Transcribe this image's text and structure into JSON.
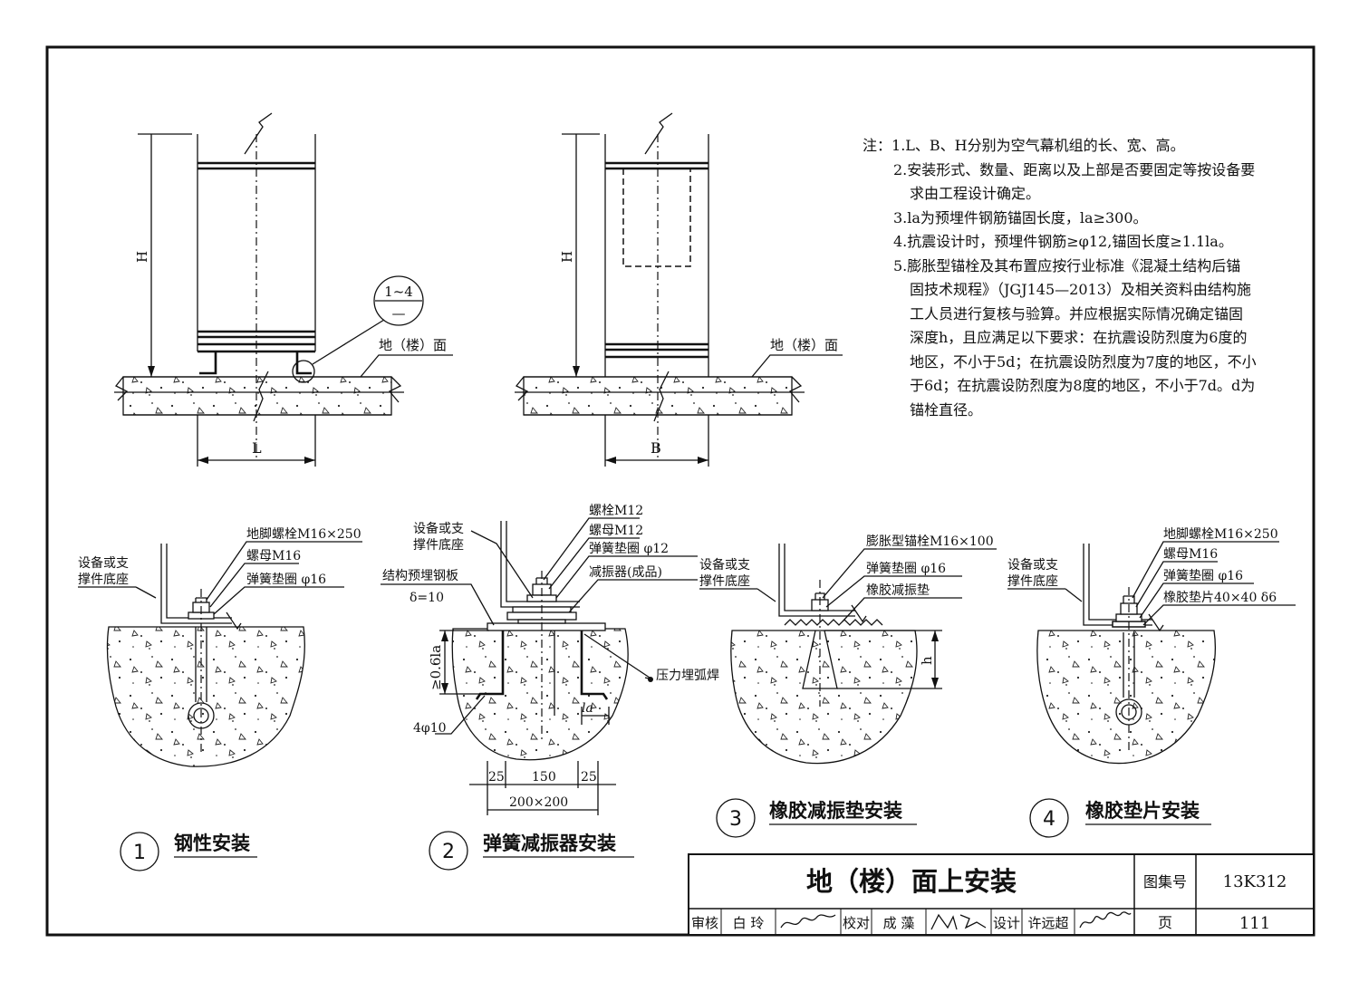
{
  "notes": {
    "prefix": "注：",
    "lines": [
      "1.L、B、H分别为空气幕机组的长、宽、高。",
      "2.安装形式、数量、距离以及上部是否要固定等按设备要",
      "求由工程设计确定。",
      "3.la为预埋件钢筋锚固长度，la≥300。",
      "4.抗震设计时，预埋件钢筋≥φ12,锚固长度≥1.1la。",
      "5.膨胀型锚栓及其布置应按行业标准《混凝土结构后锚",
      "固技术规程》（JGJ145—2013）及相关资料由结构施",
      "工人员进行复核与验算。并应根据实际情况确定锚固",
      "深度h，且应满足以下要求：在抗震设防烈度为6度的",
      "地区，不小于5d；在抗震设防烈度为7度的地区，不小",
      "于6d；在抗震设防烈度为8度的地区，不小于7d。d为",
      "锚栓直径。"
    ]
  },
  "elevations": {
    "left": {
      "height_dim": "H",
      "width_dim": "L",
      "floor_label": "地（楼）面",
      "callout_top": "1~4",
      "callout_bottom": "—"
    },
    "right": {
      "height_dim": "H",
      "width_dim": "B",
      "floor_label": "地（楼）面"
    }
  },
  "details": [
    {
      "number": "1",
      "title": "钢性安装",
      "labels": {
        "base": [
          "设备或支",
          "撑件底座"
        ],
        "bolt": "地脚螺栓M16×250",
        "nut": "螺母M16",
        "washer": "弹簧垫圈 φ16"
      }
    },
    {
      "number": "2",
      "title": "弹簧减振器安装",
      "labels": {
        "base": [
          "设备或支",
          "撑件底座"
        ],
        "bolt": "螺栓M12",
        "nut": "螺母M12",
        "washer": "弹簧垫圈 φ12",
        "isolator": "减振器(成品)",
        "plate": "结构预埋钢板",
        "plate_thk": "δ=10",
        "anchor_len": "≥0.6la",
        "weld": "压力埋弧焊",
        "bars": "4φ10",
        "la": "la",
        "dim_a": "25",
        "dim_b": "150",
        "dim_c": "25",
        "dim_total": "200×200"
      }
    },
    {
      "number": "3",
      "title": "橡胶减振垫安装",
      "labels": {
        "base": [
          "设备或支",
          "撑件底座"
        ],
        "bolt": "膨胀型锚栓M16×100",
        "washer": "弹簧垫圈 φ16",
        "pad": "橡胶减振垫",
        "depth": "h"
      }
    },
    {
      "number": "4",
      "title": "橡胶垫片安装",
      "labels": {
        "base": [
          "设备或支",
          "撑件底座"
        ],
        "bolt": "地脚螺栓M16×250",
        "nut": "螺母M16",
        "washer": "弹簧垫圈 φ16",
        "pad": "橡胶垫片40×40  δ6"
      }
    }
  ],
  "title_block": {
    "title": "地（楼）面上安装",
    "atlas_label": "图集号",
    "atlas_no": "13K312",
    "page_label": "页",
    "page_no": "111",
    "review_label": "审核",
    "reviewer": "白  玲",
    "check_label": "校对",
    "checker": "成  藻",
    "design_label": "设计",
    "designer": "许远超"
  }
}
